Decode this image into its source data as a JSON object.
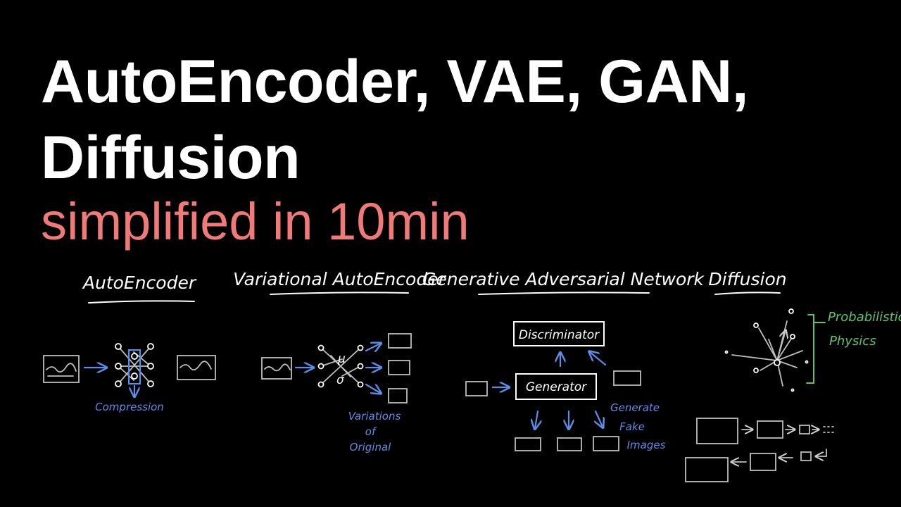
{
  "heading": {
    "line1": "AutoEncoder, VAE, GAN,",
    "line2": "Diffusion",
    "subtitle": "simplified in 10min",
    "subtitle_color": "#f07a78"
  },
  "panels": {
    "autoencoder": {
      "title": "AutoEncoder",
      "annotation": "Compression"
    },
    "vae": {
      "title": "Variational AutoEncoder",
      "annotation_line1": "Variations",
      "annotation_line2": "of",
      "annotation_line3": "Original",
      "mu": "μ",
      "sigma": "σ"
    },
    "gan": {
      "title": "Generative Adversarial Network",
      "discriminator": "Discriminator",
      "generator": "Generator",
      "annotation_line1": "Generate",
      "annotation_line2": "Fake",
      "annotation_line3": "Images"
    },
    "diffusion": {
      "title": "Diffusion",
      "annotation_line1": "Probabilistic",
      "annotation_line2": "Physics"
    }
  },
  "colors": {
    "annotation_blue": "#5b8ee8",
    "annotation_green": "#5fc46d",
    "sketch": "#ffffff"
  }
}
